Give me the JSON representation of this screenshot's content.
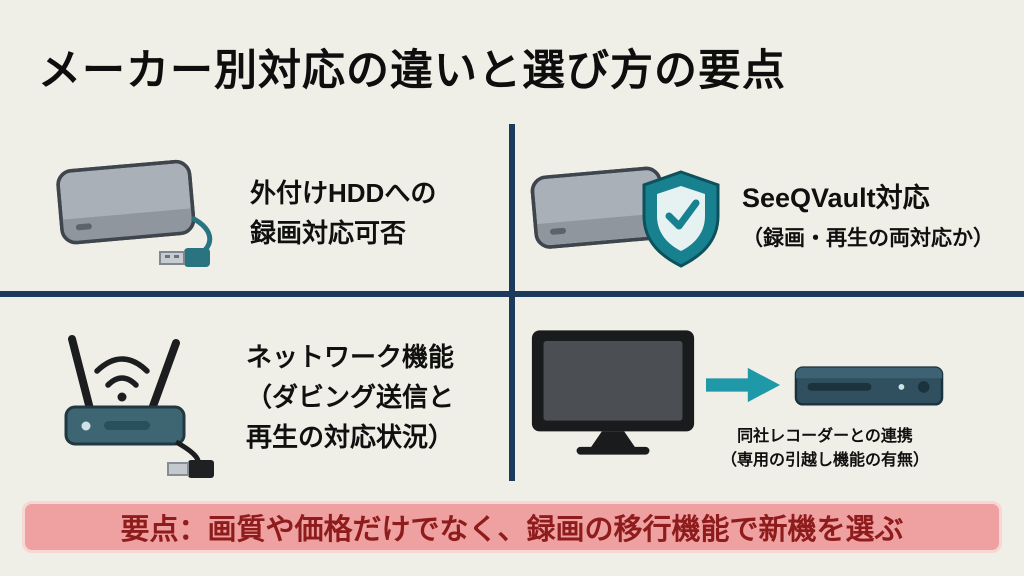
{
  "title": "メーカー別対応の違いと選び方の要点",
  "quadrants": {
    "top_left": {
      "icon": "external-hdd-icon",
      "label": "外付けHDDへの\n録画対応可否"
    },
    "top_right": {
      "icon": "hdd-shield-icon",
      "heading": "SeeQVault対応",
      "subheading": "（録画・再生の両対応か）"
    },
    "bottom_left": {
      "icon": "wifi-router-icon",
      "label": "ネットワーク機能\n（ダビング送信と\n再生の対応状況）"
    },
    "bottom_right": {
      "icons": [
        "tv-icon",
        "arrow-right-icon",
        "recorder-icon"
      ],
      "caption": "同社レコーダーとの連携\n（専用の引越し機能の有無）"
    }
  },
  "banner": {
    "text": "要点：画質や価格だけでなく、録画の移行機能で新機を選ぶ"
  },
  "colors": {
    "background": "#f0efe7",
    "divider_navy": "#1c3a5c",
    "teal_accent": "#1f98a8",
    "icon_gray": "#a9b0b7",
    "router_teal": "#3d6672",
    "banner_background": "#efa0a0",
    "banner_border": "#f7d6d3",
    "banner_text": "#8e1c1c"
  }
}
